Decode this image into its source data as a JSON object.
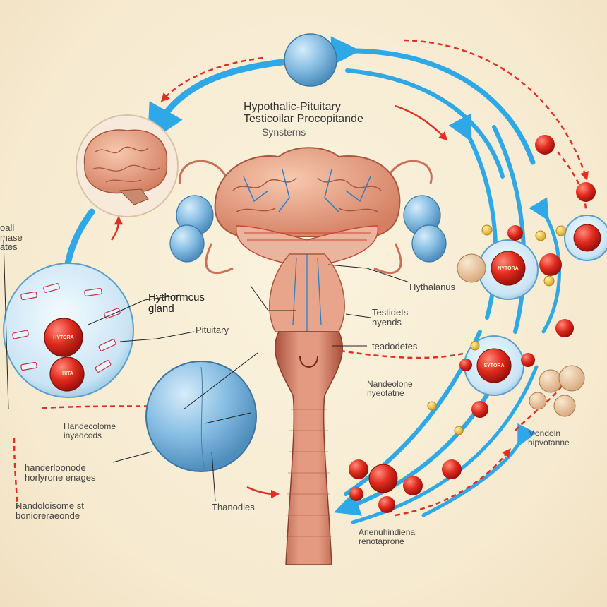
{
  "diagram": {
    "title_lines": [
      "Hypothalic-Pituitary",
      "Testicoilar Procopitande",
      "Synsterns"
    ],
    "labels": [
      {
        "id": "oall",
        "lines": [
          "oall",
          "mase",
          "ates"
        ]
      },
      {
        "id": "hythormcus-gland",
        "lines": [
          "Hythormcus",
          "gland"
        ]
      },
      {
        "id": "pituitary",
        "lines": [
          "Pituitary"
        ]
      },
      {
        "id": "hythalanus",
        "lines": [
          "Hythalanus"
        ]
      },
      {
        "id": "testidets",
        "lines": [
          "Testidets",
          "nyends"
        ]
      },
      {
        "id": "teadodetes",
        "lines": [
          "teadodetes"
        ]
      },
      {
        "id": "handecolome",
        "lines": [
          "Handecolome",
          "inyadcods"
        ]
      },
      {
        "id": "nanderloonode",
        "lines": [
          "handerloonode",
          "horlyrone enages"
        ]
      },
      {
        "id": "nandoloisome",
        "lines": [
          "Nandoloisome st",
          "bonioreraeonde"
        ]
      },
      {
        "id": "thanodes",
        "lines": [
          "Thanodles"
        ]
      },
      {
        "id": "nandeolone",
        "lines": [
          "Nandeolone",
          "nyeotatne"
        ]
      },
      {
        "id": "aneanihiundenal",
        "lines": [
          "Anenuhindienal",
          "renotaprone"
        ]
      },
      {
        "id": "mondoin",
        "lines": [
          "Mondoln",
          "hipvotanne"
        ]
      }
    ],
    "pill_labels": [
      "HYTORA",
      "HITA",
      "NYTORA",
      "SYTORA"
    ],
    "colors": {
      "background": "#f6ead0",
      "flow_arrow": "#2ea8e6",
      "feedback_arrow": "#e03025",
      "gland_blue": "#7fb4d8",
      "hormone_red": "#d9261c",
      "brain_pink": "#e8a58c",
      "tract": "#c9705a"
    }
  }
}
